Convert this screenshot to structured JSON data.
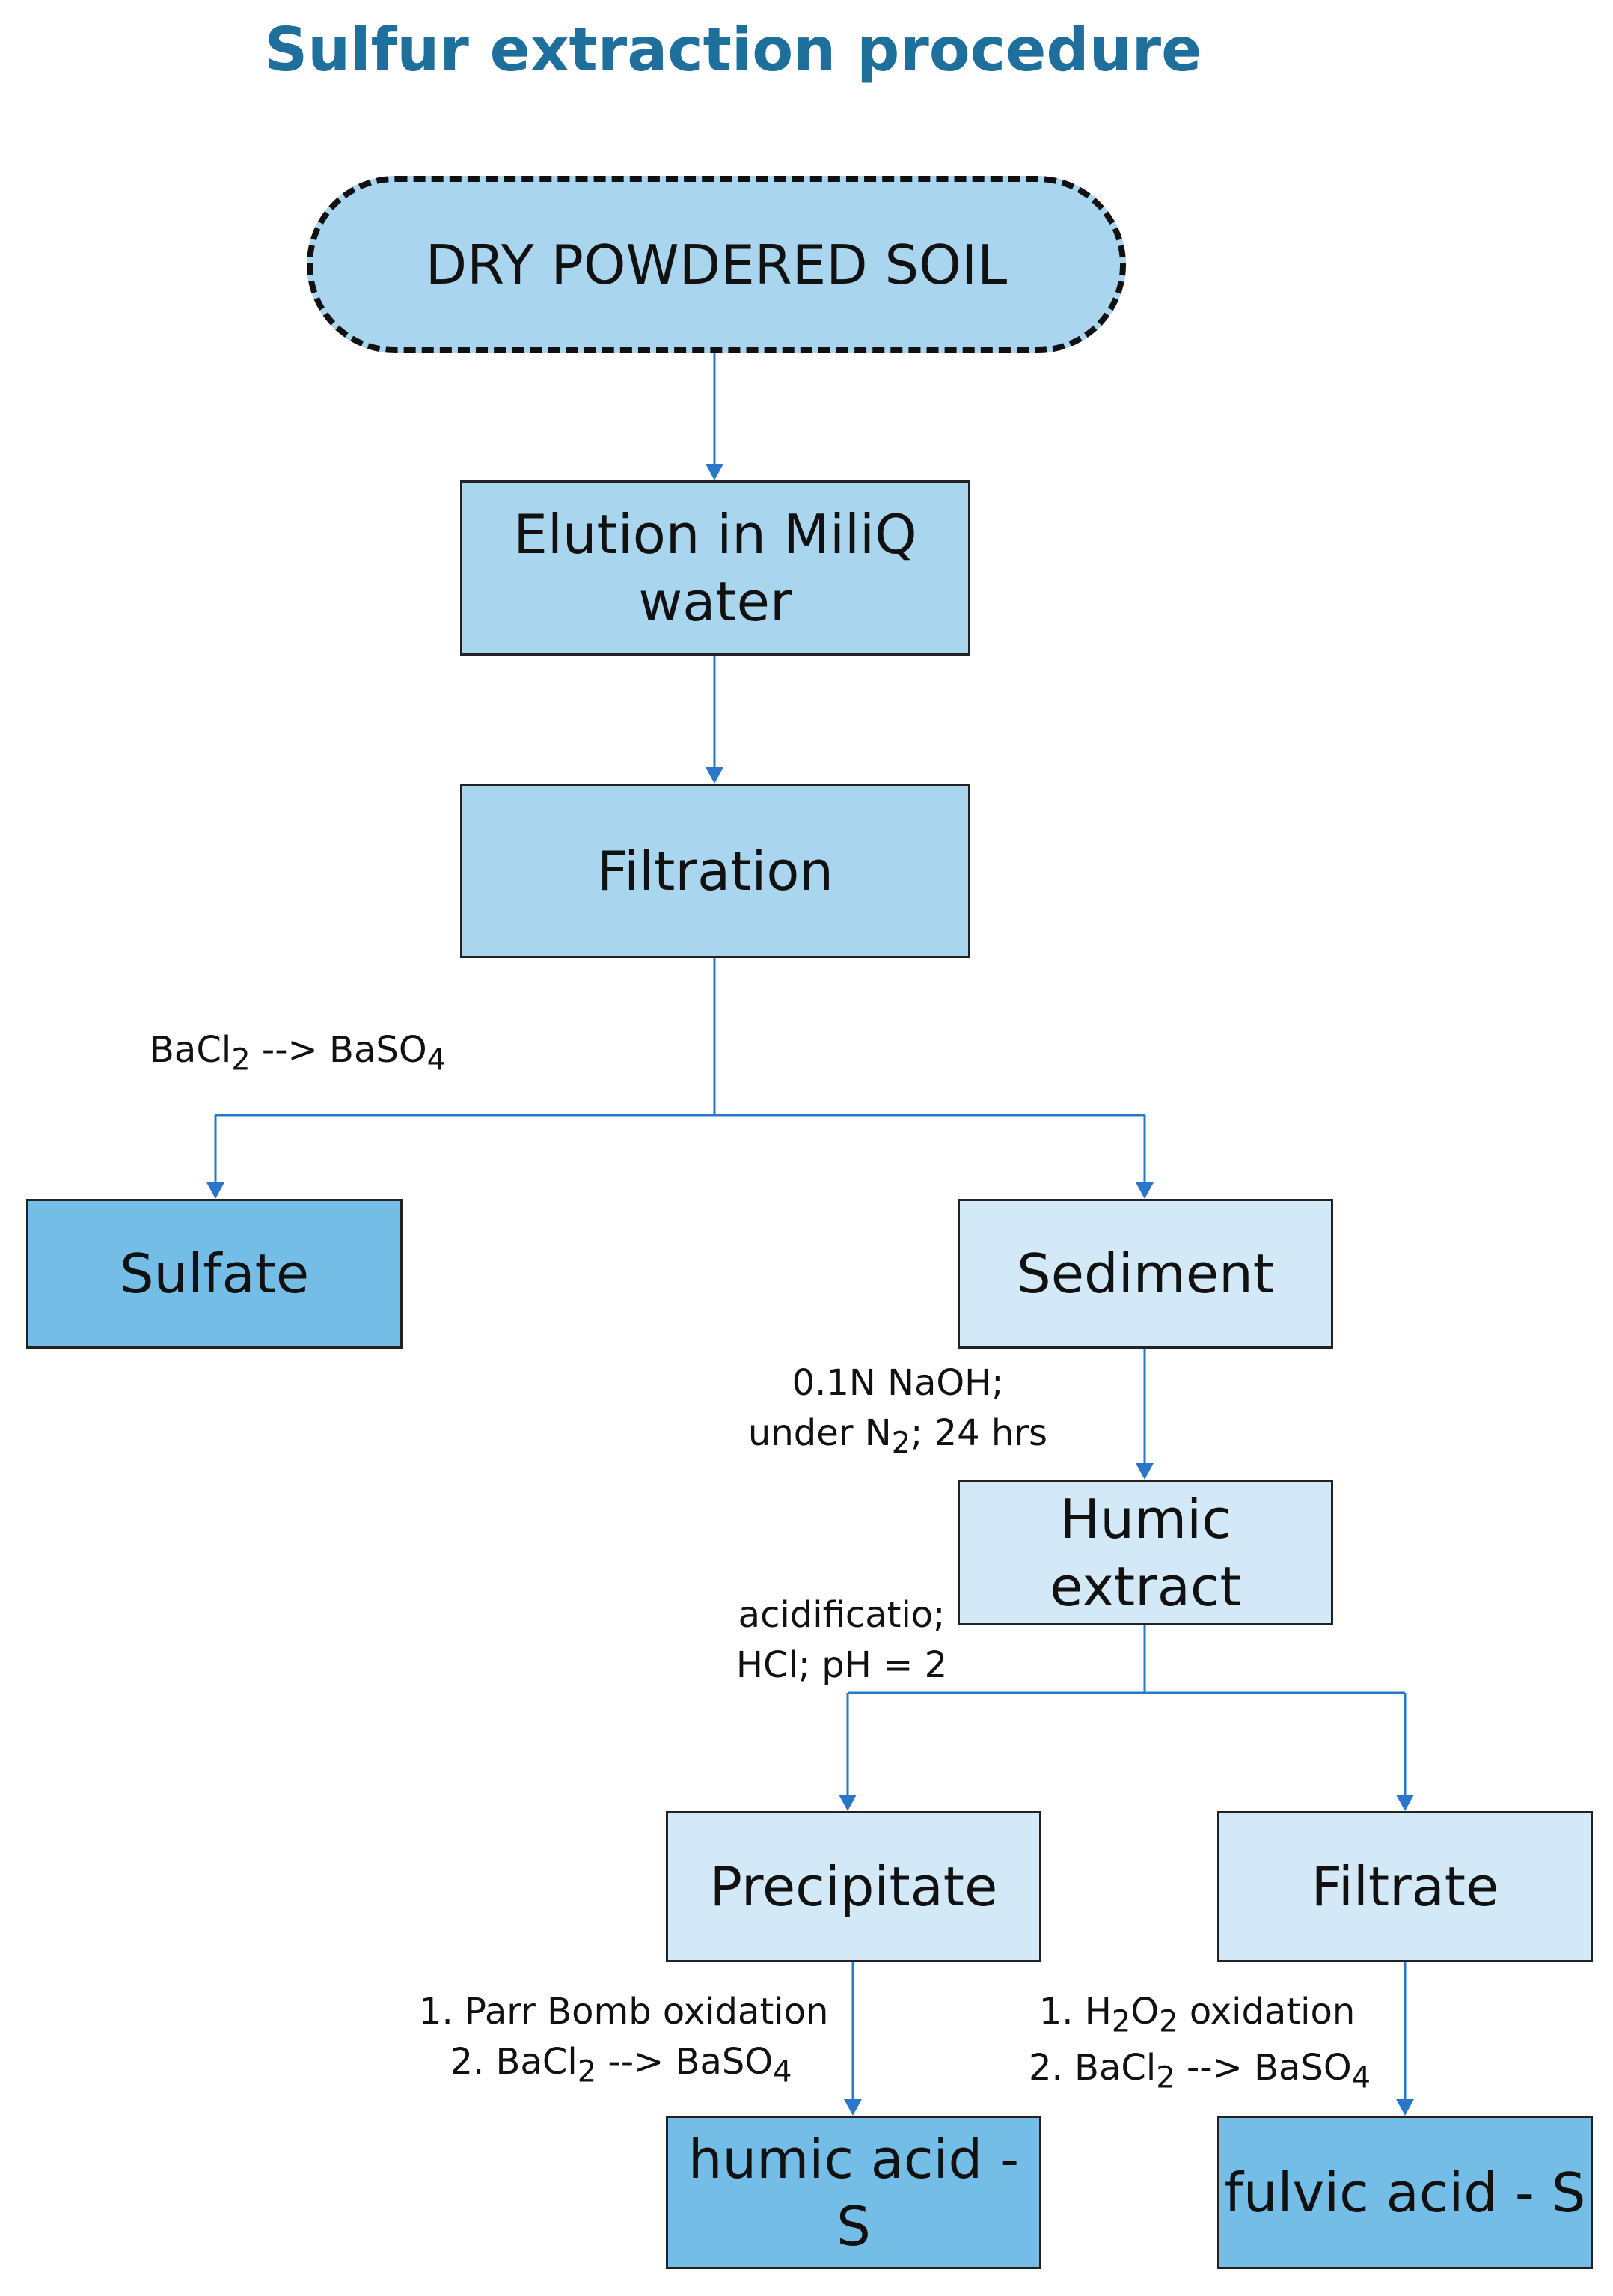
{
  "title": "Sulfur extraction procedure",
  "nodes": {
    "dry_soil": "DRY POWDERED SOIL",
    "elution_line1": "Elution in MiliQ",
    "elution_line2": "water",
    "filtration": "Filtration",
    "sulfate": "Sulfate",
    "sediment": "Sediment",
    "humic_extract": "Humic extract",
    "precipitate": "Precipitate",
    "filtrate": "Filtrate",
    "humic_acid_s": "humic acid - S",
    "fulvic_acid_s": "fulvic acid - S"
  },
  "labels": {
    "filtration_to_sulfate": {
      "a": "BaCl",
      "a_sub": "2",
      "b": " --> BaSO",
      "b_sub": "4"
    },
    "sediment_to_humic": {
      "line1": "0.1N NaOH;",
      "line2_a": "under N",
      "line2_sub": "2",
      "line2_b": "; 24 hrs"
    },
    "humic_split": {
      "line1": "acidificatio;",
      "line2": "HCl; pH = 2"
    },
    "precipitate_to_humic_acid": {
      "line1": "1. Parr Bomb oxidation",
      "line2_a": "2. BaCl",
      "line2_sub1": "2",
      "line2_b": " --> BaSO",
      "line2_sub2": "4"
    },
    "filtrate_to_fulvic_acid": {
      "line1_a": "1. H",
      "line1_sub1": "2",
      "line1_b": "O",
      "line1_sub2": "2",
      "line1_c": " oxidation",
      "line2_a": "2. BaCl",
      "line2_sub1": "2",
      "line2_b": " --> BaSO",
      "line2_sub2": "4"
    }
  },
  "colors": {
    "title": "#1f6f9c",
    "connector": "#2a77c9",
    "box_light": "#a9d5ee",
    "box_pale": "#d3e9f7",
    "box_dark": "#74bde6"
  }
}
